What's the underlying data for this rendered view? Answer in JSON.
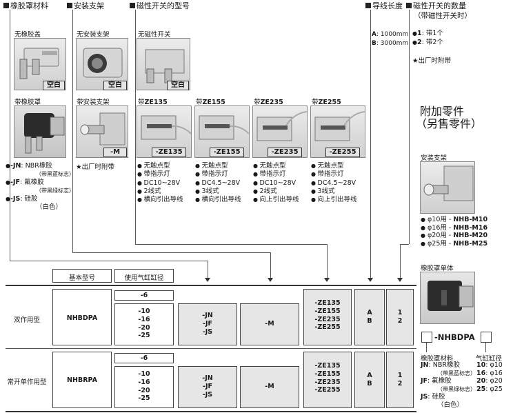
{
  "headers": {
    "cover_material": "橡胶罩材料",
    "bracket": "安装支架",
    "switch_model": "磁性开关的型号",
    "lead_length": "导线长度",
    "switch_count": "磁性开关的数量",
    "switch_count_sub": "（带磁性开关时）"
  },
  "cover": {
    "none_caption": "无橡胶盖",
    "none_badge": "空白",
    "with_caption": "带橡胶罩",
    "items": [
      {
        "code": "-JN",
        "sep": ":",
        "name": "NBR橡胶",
        "note": "（带黑蓝标志）"
      },
      {
        "code": "-JF",
        "sep": ":",
        "name": "氟橡胶",
        "note": "（带黑绿标志）"
      },
      {
        "code": "-JS",
        "sep": ":",
        "name": "硅胶",
        "note": "（白色）"
      }
    ]
  },
  "bracket": {
    "none_caption": "无安装支架",
    "none_badge": "空白",
    "with_caption": "带安装支架",
    "with_badge": "-M",
    "note": "★出厂时附带"
  },
  "switch": {
    "none_caption": "无磁性开关",
    "none_badge": "空白",
    "models": [
      {
        "caption_prefix": "带",
        "caption_code": "ZE135",
        "badge": "-ZE135",
        "specs": [
          "无触点型",
          "带指示灯",
          "DC10~28V",
          "2线式",
          "横向引出导线"
        ]
      },
      {
        "caption_prefix": "带",
        "caption_code": "ZE155",
        "badge": "-ZE155",
        "specs": [
          "无触点型",
          "带指示灯",
          "DC4.5~28V",
          "3线式",
          "横向引出导线"
        ]
      },
      {
        "caption_prefix": "带",
        "caption_code": "ZE235",
        "badge": "-ZE235",
        "specs": [
          "无触点型",
          "带指示灯",
          "DC10~28V",
          "2线式",
          "向上引出导线"
        ]
      },
      {
        "caption_prefix": "带",
        "caption_code": "ZE255",
        "badge": "-ZE255",
        "specs": [
          "无触点型",
          "带指示灯",
          "DC4.5~28V",
          "3线式",
          "向上引出导线"
        ]
      }
    ]
  },
  "lead": {
    "items": [
      {
        "code": "A",
        "value": "1000mm"
      },
      {
        "code": "B",
        "value": "3000mm"
      }
    ]
  },
  "count": {
    "items": [
      {
        "code": "1",
        "label": "带1个"
      },
      {
        "code": "2",
        "label": "带2个"
      }
    ],
    "note": "★出厂时附带"
  },
  "accessories": {
    "title_line1": "附加零件",
    "title_line2": "（另售零件）",
    "bracket_caption": "安装支架",
    "bracket_items": [
      {
        "size": "φ10用",
        "code": "NHB-M10"
      },
      {
        "size": "φ16用",
        "code": "NHB-M16"
      },
      {
        "size": "φ20用",
        "code": "NHB-M20"
      },
      {
        "size": "φ25用",
        "code": "NHB-M25"
      }
    ],
    "cover_caption": "橡胶罩单体",
    "order_code": "-NHBDPA",
    "material_label": "橡胶罩材料",
    "bore_label": "气缸缸径",
    "materials": [
      {
        "code": "JN",
        "name": "NBR橡胶",
        "note": "（带黑蓝标志）"
      },
      {
        "code": "JF",
        "name": "氟橡胶",
        "note": "（带黑绿标志）"
      },
      {
        "code": "JS",
        "name": "硅胶",
        "note": "（白色）"
      }
    ],
    "bores": [
      {
        "code": "10",
        "size": "φ10"
      },
      {
        "code": "16",
        "size": "φ16"
      },
      {
        "code": "20",
        "size": "φ20"
      },
      {
        "code": "25",
        "size": "φ25"
      }
    ]
  },
  "table": {
    "col_model": "基本型号",
    "col_bore": "使用气缸缸径",
    "rows": [
      {
        "type": "双作用型",
        "model": "NHBDPA",
        "bore_first": "-6",
        "bores": [
          "-10",
          "-16",
          "-20",
          "-25"
        ],
        "covers": [
          "-JN",
          "-JF",
          "-JS"
        ],
        "bracket": "-M",
        "switches": [
          "-ZE135",
          "-ZE155",
          "-ZE235",
          "-ZE255"
        ],
        "leads": [
          "A",
          "B"
        ],
        "counts": [
          "1",
          "2"
        ]
      },
      {
        "type": "常开单作用型",
        "model": "NHBRPA",
        "bore_first": "-6",
        "bores": [
          "-10",
          "-16",
          "-20",
          "-25"
        ],
        "covers": [
          "-JN",
          "-JF",
          "-JS"
        ],
        "bracket": "-M",
        "switches": [
          "-ZE135",
          "-ZE155",
          "-ZE235",
          "-ZE255"
        ],
        "leads": [
          "A",
          "B"
        ],
        "counts": [
          "1",
          "2"
        ]
      }
    ]
  }
}
